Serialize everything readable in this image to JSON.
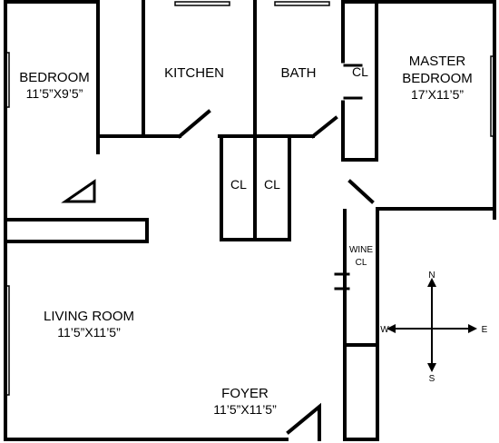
{
  "rooms": {
    "bedroom": {
      "name": "BEDROOM",
      "dims": "11’5”X9’5”"
    },
    "kitchen": {
      "name": "KITCHEN"
    },
    "bath": {
      "name": "BATH"
    },
    "master": {
      "name_line1": "MASTER",
      "name_line2": "BEDROOM",
      "dims": "17’X11’5”"
    },
    "living": {
      "name": "LIVING ROOM",
      "dims": "11’5”X11’5”"
    },
    "foyer": {
      "name": "FOYER",
      "dims": "11’5”X11’5”"
    },
    "closet_master": {
      "name": "CL"
    },
    "closet_left": {
      "name": "CL"
    },
    "closet_right": {
      "name": "CL"
    },
    "wine_closet": {
      "line1": "WINE",
      "line2": "CL"
    }
  },
  "compass": {
    "north": "N",
    "south": "S",
    "east": "E",
    "west": "W"
  }
}
